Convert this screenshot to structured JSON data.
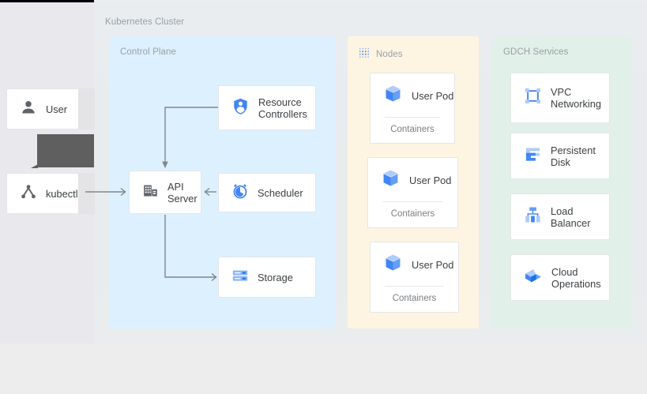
{
  "diagram": {
    "title": "Kubernetes Cluster",
    "colors": {
      "canvas": "#e9edf0",
      "left_strip": "#e9e8ec",
      "control_plane_panel": "#ddf0fd",
      "nodes_panel": "#fdf5e1",
      "gdch_panel": "#e1f0e8",
      "card": "#ffffff",
      "accent_blue": "#4285f4",
      "icon_gray": "#5f6368",
      "connector": "#80868b",
      "overlay": "#5f5f5f",
      "label_text": "#9aa0a6",
      "body_text": "#3c4043"
    }
  },
  "external": {
    "items": [
      {
        "label": "User",
        "icon": "user-icon"
      },
      {
        "label": "kubectl",
        "icon": "kubectl-node-icon"
      }
    ]
  },
  "panels": {
    "control_plane": {
      "label": "Control Plane",
      "icon": "",
      "cards": [
        {
          "label": "API\nServer",
          "icon": "api-server-building-icon"
        },
        {
          "label": "Resource\nControllers",
          "icon": "shield-person-icon"
        },
        {
          "label": "Scheduler",
          "icon": "alarm-clock-icon"
        },
        {
          "label": "Storage",
          "icon": "server-rack-icon"
        }
      ]
    },
    "nodes": {
      "label": "Nodes",
      "icon": "dot-grid-icon",
      "pods": [
        {
          "title": "User Pod",
          "sub": "Containers",
          "icon": "pod-cube-icon"
        },
        {
          "title": "User Pod",
          "sub": "Containers",
          "icon": "pod-cube-icon"
        },
        {
          "title": "User Pod",
          "sub": "Containers",
          "icon": "pod-cube-icon"
        }
      ]
    },
    "gdch": {
      "label": "GDCH Services",
      "cards": [
        {
          "label": "VPC\nNetworking",
          "icon": "vpc-networking-icon"
        },
        {
          "label": "Persistent\nDisk",
          "icon": "persistent-disk-icon"
        },
        {
          "label": "Load\nBalancer",
          "icon": "load-balancer-icon"
        },
        {
          "label": "Cloud\nOperations",
          "icon": "cloud-operations-icon"
        }
      ]
    }
  },
  "connections": [
    {
      "from": "kubectl",
      "to": "API Server",
      "style": "open-arrow"
    },
    {
      "from": "Resource Controllers",
      "to": "API Server",
      "style": "arrow"
    },
    {
      "from": "Scheduler",
      "to": "API Server",
      "style": "open-arrow"
    },
    {
      "from": "API Server",
      "to": "Storage",
      "style": "open-arrow"
    }
  ]
}
